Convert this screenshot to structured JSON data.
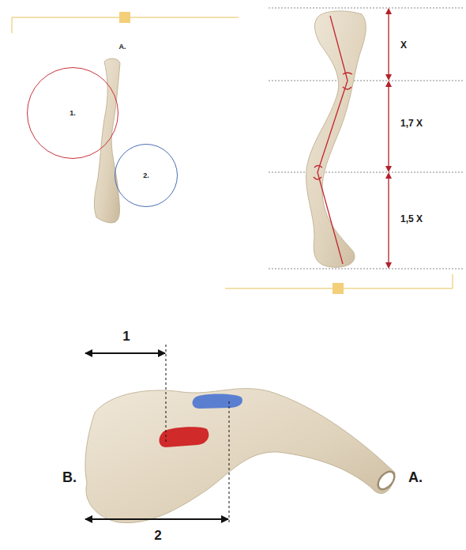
{
  "diagram": {
    "nodes": [
      {
        "text": [
          "1."
        ]
      },
      {
        "text": [
          "2."
        ]
      }
    ],
    "labels": [
      "A.",
      "X",
      "1,7 X",
      "1,5 X",
      "1",
      "2",
      "B.",
      "A."
    ]
  }
}
